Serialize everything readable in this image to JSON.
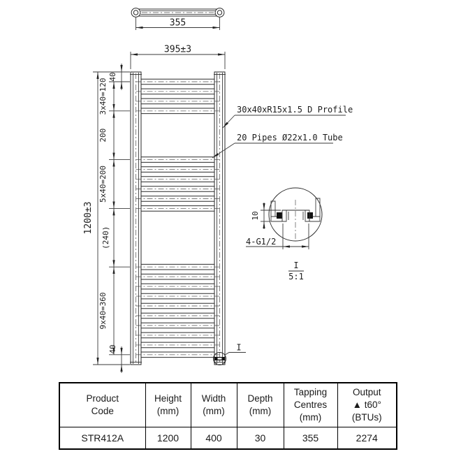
{
  "drawing": {
    "top_view": {
      "tapping_centres": "355"
    },
    "front_view": {
      "width": "395±3",
      "height": "1200±3",
      "dims": {
        "top_gap": "40",
        "group1": "3x40=120",
        "gap1": "200",
        "group2": "5x40=200",
        "gap2": "(240)",
        "group3": "9x40=360",
        "bottom_gap": "40"
      },
      "section_ref": "I"
    },
    "callouts": {
      "profile": "30x40xR15x1.5 D Profile",
      "pipes": "20 Pipes Ø22x1.0 Tube"
    },
    "rail_groups": [
      {
        "count": 4,
        "first_mm": 40,
        "pitch_mm": 40
      },
      {
        "count": 6,
        "first_mm": 360,
        "pitch_mm": 40
      },
      {
        "count": 10,
        "first_mm": 800,
        "pitch_mm": 40
      }
    ],
    "detail": {
      "ref": "I",
      "scale": "5:1",
      "boss_height": "10",
      "thread": "4-G1/2"
    }
  },
  "table": {
    "headers": [
      {
        "line1": "Product",
        "line2": "Code"
      },
      {
        "line1": "Height",
        "line2": "(mm)"
      },
      {
        "line1": "Width",
        "line2": "(mm)"
      },
      {
        "line1": "Depth",
        "line2": "(mm)"
      },
      {
        "line1": "Tapping",
        "line2": "Centres",
        "line3": "(mm)"
      },
      {
        "line1": "Output",
        "line2": "▲ t60° (BTUs)"
      }
    ],
    "row": [
      "STR412A",
      "1200",
      "400",
      "30",
      "355",
      "2274"
    ]
  }
}
